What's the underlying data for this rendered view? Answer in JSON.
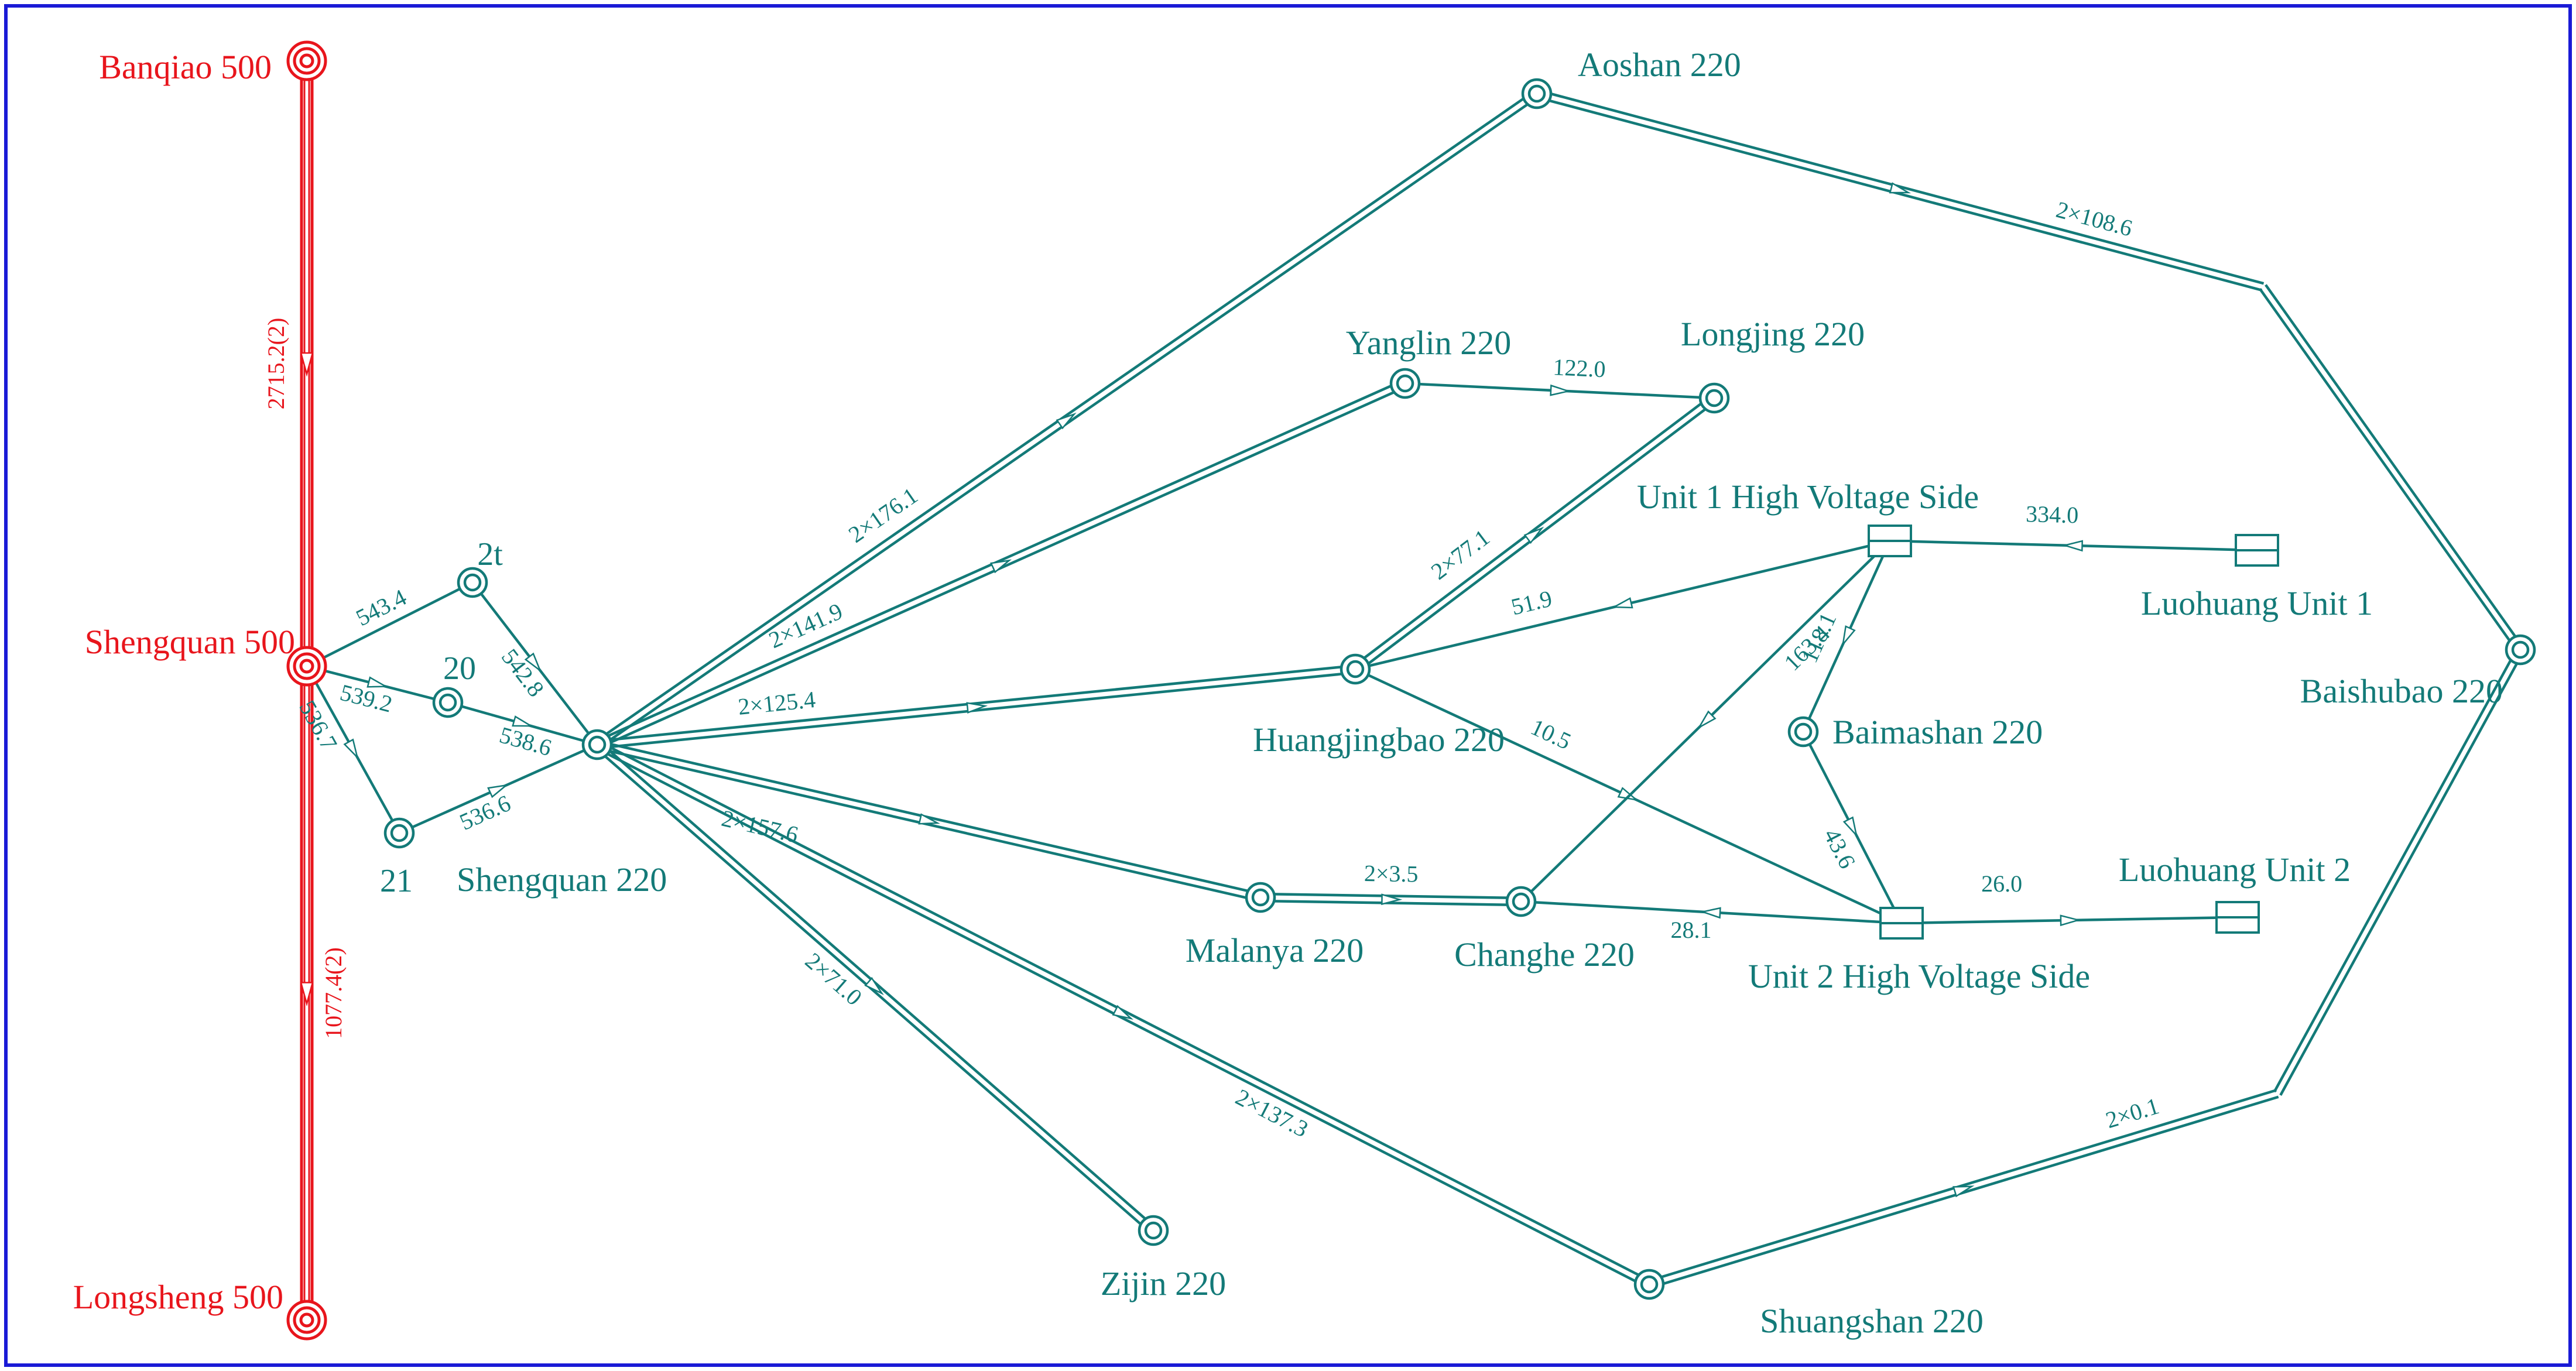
{
  "colors": {
    "frame": "#1a1ad6",
    "network_220": "#137a78",
    "network_500": "#e8151c",
    "background": "#ffffff"
  },
  "stations": [
    {
      "id": "banqiao500",
      "label": "Banqiao 500",
      "voltage": "500",
      "symbol": "triple-circle"
    },
    {
      "id": "shengquan500",
      "label": "Shengquan 500",
      "voltage": "500",
      "symbol": "triple-circle"
    },
    {
      "id": "longsheng500",
      "label": "Longsheng 500",
      "voltage": "500",
      "symbol": "triple-circle"
    },
    {
      "id": "n2t",
      "label": "2t",
      "voltage": "220",
      "symbol": "double-circle"
    },
    {
      "id": "n20",
      "label": "20",
      "voltage": "220",
      "symbol": "double-circle"
    },
    {
      "id": "n21",
      "label": "21",
      "voltage": "220",
      "symbol": "double-circle"
    },
    {
      "id": "shengquan220",
      "label": "Shengquan 220",
      "voltage": "220",
      "symbol": "double-circle"
    },
    {
      "id": "aoshan220",
      "label": "Aoshan 220",
      "voltage": "220",
      "symbol": "double-circle"
    },
    {
      "id": "yanglin220",
      "label": "Yanglin 220",
      "voltage": "220",
      "symbol": "double-circle"
    },
    {
      "id": "longjing220",
      "label": "Longjing 220",
      "voltage": "220",
      "symbol": "double-circle"
    },
    {
      "id": "huangjingbao220",
      "label": "Huangjingbao 220",
      "voltage": "220",
      "symbol": "double-circle"
    },
    {
      "id": "baimashan220",
      "label": "Baimashan 220",
      "voltage": "220",
      "symbol": "double-circle"
    },
    {
      "id": "baishubao220",
      "label": "Baishubao 220",
      "voltage": "220",
      "symbol": "double-circle"
    },
    {
      "id": "malanya220",
      "label": "Malanya 220",
      "voltage": "220",
      "symbol": "double-circle"
    },
    {
      "id": "changhe220",
      "label": "Changhe 220",
      "voltage": "220",
      "symbol": "double-circle"
    },
    {
      "id": "zijin220",
      "label": "Zijin 220",
      "voltage": "220",
      "symbol": "double-circle"
    },
    {
      "id": "shuangshan220",
      "label": "Shuangshan 220",
      "voltage": "220",
      "symbol": "double-circle"
    },
    {
      "id": "unit1hv",
      "label": "Unit 1 High Voltage Side",
      "voltage": "220",
      "symbol": "split-box"
    },
    {
      "id": "unit2hv",
      "label": "Unit 2 High Voltage Side",
      "voltage": "220",
      "symbol": "split-box"
    },
    {
      "id": "luohuang1",
      "label": "Luohuang Unit 1",
      "voltage": "220",
      "symbol": "split-box"
    },
    {
      "id": "luohuang2",
      "label": "Luohuang Unit 2",
      "voltage": "220",
      "symbol": "split-box"
    },
    {
      "id": "bend_top",
      "label": "",
      "voltage": "220",
      "symbol": "none"
    },
    {
      "id": "bend_bottom",
      "label": "",
      "voltage": "220",
      "symbol": "none"
    }
  ],
  "lines": [
    {
      "from": "banqiao500",
      "to": "shengquan500",
      "flow": "2715.2(2)",
      "voltage": "500",
      "circuits": 2,
      "direction": "forward"
    },
    {
      "from": "shengquan500",
      "to": "longsheng500",
      "flow": "1077.4(2)",
      "voltage": "500",
      "circuits": 2,
      "direction": "forward"
    },
    {
      "from": "shengquan500",
      "to": "n2t",
      "flow": "543.4",
      "voltage": "220",
      "circuits": 1,
      "direction": "none"
    },
    {
      "from": "n2t",
      "to": "shengquan220",
      "flow": "542.8",
      "voltage": "220",
      "circuits": 1,
      "direction": "forward"
    },
    {
      "from": "shengquan500",
      "to": "n20",
      "flow": "539.2",
      "voltage": "220",
      "circuits": 1,
      "direction": "forward"
    },
    {
      "from": "n20",
      "to": "shengquan220",
      "flow": "538.6",
      "voltage": "220",
      "circuits": 1,
      "direction": "forward"
    },
    {
      "from": "shengquan500",
      "to": "n21",
      "flow": "536.7",
      "voltage": "220",
      "circuits": 1,
      "direction": "forward"
    },
    {
      "from": "n21",
      "to": "shengquan220",
      "flow": "536.6",
      "voltage": "220",
      "circuits": 1,
      "direction": "forward"
    },
    {
      "from": "shengquan220",
      "to": "aoshan220",
      "flow": "2×176.1",
      "voltage": "220",
      "circuits": 2,
      "direction": "forward"
    },
    {
      "from": "aoshan220",
      "to": "bend_top",
      "flow": "2×108.6",
      "voltage": "220",
      "circuits": 2,
      "direction": "forward"
    },
    {
      "from": "bend_top",
      "to": "baishubao220",
      "flow": "",
      "voltage": "220",
      "circuits": 2,
      "direction": "none"
    },
    {
      "from": "shengquan220",
      "to": "yanglin220",
      "flow": "2×141.9",
      "voltage": "220",
      "circuits": 2,
      "direction": "forward"
    },
    {
      "from": "yanglin220",
      "to": "longjing220",
      "flow": "122.0",
      "voltage": "220",
      "circuits": 1,
      "direction": "forward"
    },
    {
      "from": "huangjingbao220",
      "to": "longjing220",
      "flow": "2×77.1",
      "voltage": "220",
      "circuits": 2,
      "direction": "forward"
    },
    {
      "from": "shengquan220",
      "to": "huangjingbao220",
      "flow": "2×125.4",
      "voltage": "220",
      "circuits": 2,
      "direction": "forward"
    },
    {
      "from": "unit1hv",
      "to": "huangjingbao220",
      "flow": "51.9",
      "voltage": "220",
      "circuits": 1,
      "direction": "forward"
    },
    {
      "from": "huangjingbao220",
      "to": "unit2hv",
      "flow": "10.5",
      "voltage": "220",
      "circuits": 1,
      "direction": "forward"
    },
    {
      "from": "luohuang1",
      "to": "unit1hv",
      "flow": "334.0",
      "voltage": "220",
      "circuits": 1,
      "direction": "forward"
    },
    {
      "from": "unit1hv",
      "to": "baimashan220",
      "flow": "118.1",
      "voltage": "220",
      "circuits": 1,
      "direction": "forward"
    },
    {
      "from": "unit1hv",
      "to": "changhe220",
      "flow": "163.4",
      "voltage": "220",
      "circuits": 1,
      "direction": "forward"
    },
    {
      "from": "baimashan220",
      "to": "unit2hv",
      "flow": "43.6",
      "voltage": "220",
      "circuits": 1,
      "direction": "forward"
    },
    {
      "from": "unit2hv",
      "to": "luohuang2",
      "flow": "26.0",
      "voltage": "220",
      "circuits": 1,
      "direction": "forward"
    },
    {
      "from": "unit2hv",
      "to": "changhe220",
      "flow": "28.1",
      "voltage": "220",
      "circuits": 1,
      "direction": "forward"
    },
    {
      "from": "shengquan220",
      "to": "malanya220",
      "flow": "2×157.6",
      "voltage": "220",
      "circuits": 2,
      "direction": "forward"
    },
    {
      "from": "malanya220",
      "to": "changhe220",
      "flow": "2×3.5",
      "voltage": "220",
      "circuits": 2,
      "direction": "forward"
    },
    {
      "from": "shengquan220",
      "to": "zijin220",
      "flow": "2×71.0",
      "voltage": "220",
      "circuits": 2,
      "direction": "forward"
    },
    {
      "from": "shengquan220",
      "to": "shuangshan220",
      "flow": "2×137.3",
      "voltage": "220",
      "circuits": 2,
      "direction": "forward"
    },
    {
      "from": "shuangshan220",
      "to": "bend_bottom",
      "flow": "2×0.1",
      "voltage": "220",
      "circuits": 2,
      "direction": "forward"
    },
    {
      "from": "bend_bottom",
      "to": "baishubao220",
      "flow": "",
      "voltage": "220",
      "circuits": 2,
      "direction": "none"
    }
  ]
}
